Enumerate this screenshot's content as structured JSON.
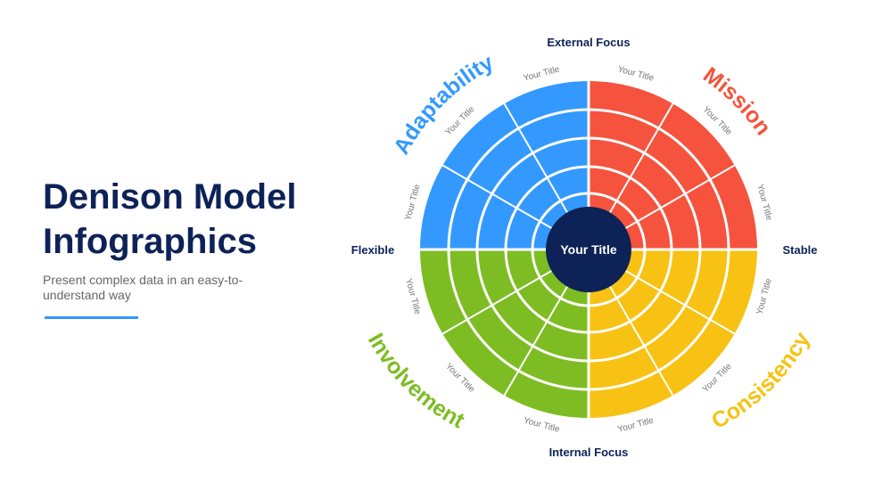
{
  "title_line1": "Denison Model",
  "title_line2": "Infographics",
  "subtitle": "Present complex data in an easy-to-understand way",
  "center_label": "Your Title",
  "axes": {
    "top": "External Focus",
    "bottom": "Internal Focus",
    "left": "Flexible",
    "right": "Stable"
  },
  "quadrants": [
    {
      "name": "Adaptability",
      "color": "#3399ff"
    },
    {
      "name": "Mission",
      "color": "#f5533d"
    },
    {
      "name": "Consistency",
      "color": "#f7c213"
    },
    {
      "name": "Involvement",
      "color": "#7dbd23"
    }
  ],
  "segment_label": "Your Title",
  "center_color": "#0d2257"
}
